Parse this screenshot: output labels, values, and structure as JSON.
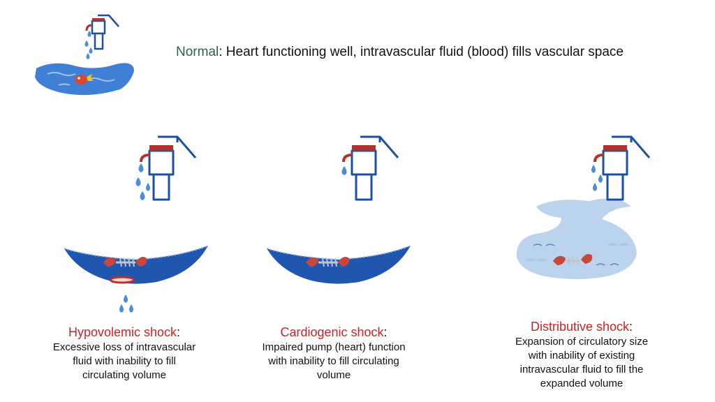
{
  "normal": {
    "lead": "Normal",
    "text": ": Heart functioning well, intravascular fluid (blood) fills vascular space"
  },
  "panels": [
    {
      "title": "Hypovolemic shock",
      "colon": ":",
      "description": "Excessive loss of intravascular\nfluid with inability to fill\ncirculating volume"
    },
    {
      "title": "Cardiogenic shock",
      "colon": ":",
      "description": "Impaired pump (heart) function\nwith inability to fill circulating\nvolume"
    },
    {
      "title": "Distributive shock",
      "colon": ":",
      "description": "Expansion of circulatory size\nwith inability of existing\nintravascular fluid to fill the\nexpanded volume"
    }
  ],
  "colors": {
    "pump_outline": "#1d4fa3",
    "handle_accent": "#b5332a",
    "water_drop": "#4a8fd6",
    "pool_dark": "#1f56b0",
    "pool_light": "#bcd3ee",
    "title_red": "#d01f26",
    "normal_label": "#2f5f4f"
  }
}
